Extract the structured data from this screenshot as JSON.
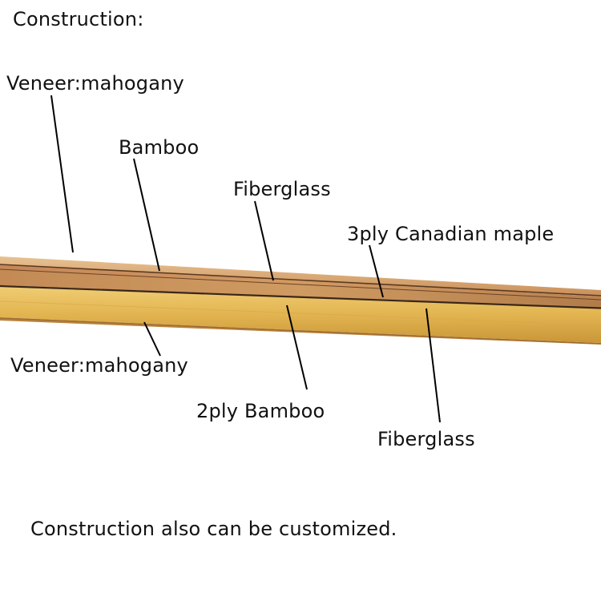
{
  "title": "Construction:",
  "layers": [
    {
      "id": "veneer_top",
      "label": "Veneer:mahogany"
    },
    {
      "id": "bamboo",
      "label": "Bamboo"
    },
    {
      "id": "fiberglass_top",
      "label": "Fiberglass"
    },
    {
      "id": "maple",
      "label": "3ply Canadian maple"
    },
    {
      "id": "veneer_bottom",
      "label": "Veneer:mahogany"
    },
    {
      "id": "bamboo_2ply",
      "label": "2ply Bamboo"
    },
    {
      "id": "fiberglass_bottom",
      "label": "Fiberglass"
    }
  ],
  "footer": "Construction also can be customized.",
  "colors": {
    "mahogany": "#c98f5a",
    "maple": "#c9935c",
    "bamboo": "#e2b756",
    "fiberglass": "#3a2618",
    "leader_line": "#000000"
  }
}
